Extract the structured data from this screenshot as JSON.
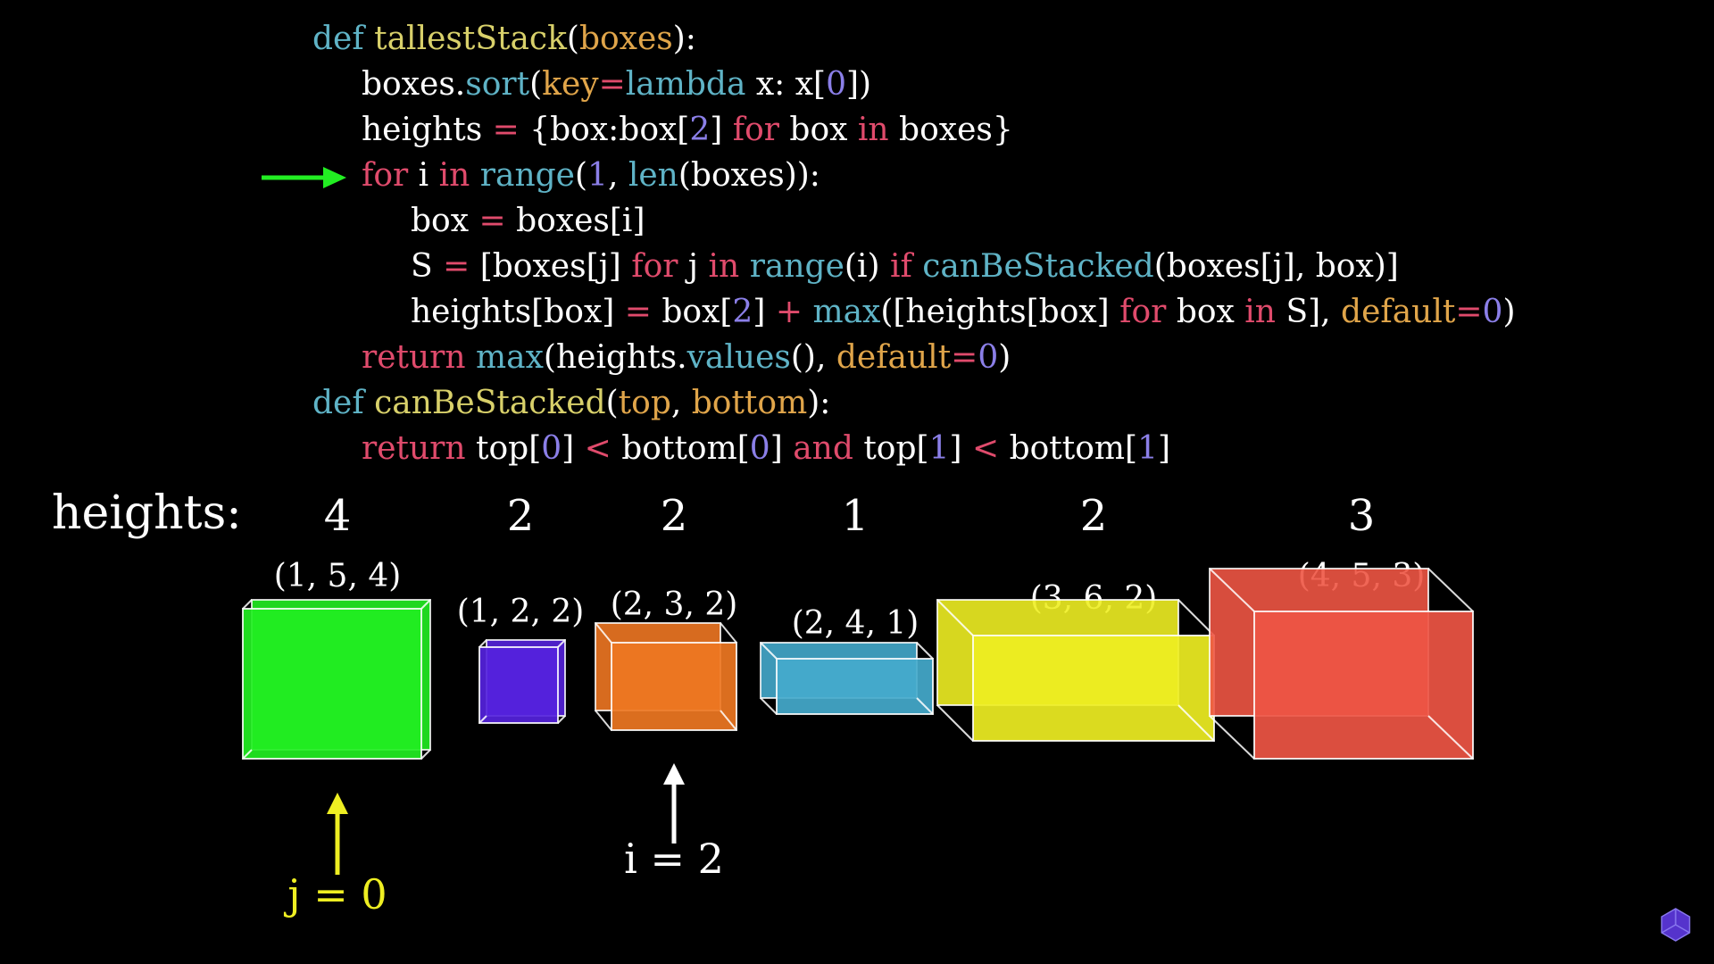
{
  "code": {
    "lines": [
      {
        "indent": 0,
        "tokens": [
          [
            "def ",
            "kw-def"
          ],
          [
            "tallestStack",
            "fn"
          ],
          [
            "(",
            "txt"
          ],
          [
            "boxes",
            "param"
          ],
          [
            "):",
            "txt"
          ]
        ]
      },
      {
        "indent": 1,
        "tokens": [
          [
            "boxes.",
            "txt"
          ],
          [
            "sort",
            "call"
          ],
          [
            "(",
            "txt"
          ],
          [
            "key",
            "param"
          ],
          [
            "=",
            "op"
          ],
          [
            "lambda ",
            "call"
          ],
          [
            "x: x[",
            "txt"
          ],
          [
            "0",
            "num"
          ],
          [
            "])",
            "txt"
          ]
        ]
      },
      {
        "indent": 1,
        "tokens": [
          [
            "heights ",
            "txt"
          ],
          [
            "= ",
            "op"
          ],
          [
            "{box:box[",
            "txt"
          ],
          [
            "2",
            "num"
          ],
          [
            "] ",
            "txt"
          ],
          [
            "for ",
            "kw"
          ],
          [
            "box ",
            "txt"
          ],
          [
            "in ",
            "kw"
          ],
          [
            "boxes}",
            "txt"
          ]
        ]
      },
      {
        "indent": 1,
        "tokens": [
          [
            "for ",
            "kw"
          ],
          [
            "i ",
            "txt"
          ],
          [
            "in ",
            "kw"
          ],
          [
            "range",
            "call"
          ],
          [
            "(",
            "txt"
          ],
          [
            "1",
            "num"
          ],
          [
            ", ",
            "txt"
          ],
          [
            "len",
            "call"
          ],
          [
            "(boxes)):",
            "txt"
          ]
        ]
      },
      {
        "indent": 2,
        "tokens": [
          [
            "box ",
            "txt"
          ],
          [
            "= ",
            "op"
          ],
          [
            "boxes[i]",
            "txt"
          ]
        ]
      },
      {
        "indent": 2,
        "tokens": [
          [
            "S ",
            "txt"
          ],
          [
            "= ",
            "op"
          ],
          [
            "[boxes[j] ",
            "txt"
          ],
          [
            "for ",
            "kw"
          ],
          [
            "j ",
            "txt"
          ],
          [
            "in ",
            "kw"
          ],
          [
            "range",
            "call"
          ],
          [
            "(i) ",
            "txt"
          ],
          [
            "if ",
            "kw"
          ],
          [
            "canBeStacked",
            "call"
          ],
          [
            "(boxes[j], box)]",
            "txt"
          ]
        ]
      },
      {
        "indent": 2,
        "tokens": [
          [
            "heights[box] ",
            "txt"
          ],
          [
            "= ",
            "op"
          ],
          [
            "box[",
            "txt"
          ],
          [
            "2",
            "num"
          ],
          [
            "] ",
            "txt"
          ],
          [
            "+ ",
            "op"
          ],
          [
            "max",
            "call"
          ],
          [
            "([heights[box] ",
            "txt"
          ],
          [
            "for ",
            "kw"
          ],
          [
            "box ",
            "txt"
          ],
          [
            "in ",
            "kw"
          ],
          [
            "S], ",
            "txt"
          ],
          [
            "default",
            "param"
          ],
          [
            "=",
            "op"
          ],
          [
            "0",
            "num"
          ],
          [
            ")",
            "txt"
          ]
        ]
      },
      {
        "indent": 1,
        "tokens": [
          [
            "return ",
            "kw"
          ],
          [
            "max",
            "call"
          ],
          [
            "(heights.",
            "txt"
          ],
          [
            "values",
            "call"
          ],
          [
            "(), ",
            "txt"
          ],
          [
            "default",
            "param"
          ],
          [
            "=",
            "op"
          ],
          [
            "0",
            "num"
          ],
          [
            ")",
            "txt"
          ]
        ]
      },
      {
        "indent": 0,
        "tokens": [
          [
            "def ",
            "kw-def"
          ],
          [
            "canBeStacked",
            "fn"
          ],
          [
            "(",
            "txt"
          ],
          [
            "top",
            "param"
          ],
          [
            ", ",
            "txt"
          ],
          [
            "bottom",
            "param"
          ],
          [
            "):",
            "txt"
          ]
        ]
      },
      {
        "indent": 1,
        "tokens": [
          [
            "return ",
            "kw"
          ],
          [
            "top[",
            "txt"
          ],
          [
            "0",
            "num"
          ],
          [
            "] ",
            "txt"
          ],
          [
            "< ",
            "op"
          ],
          [
            "bottom[",
            "txt"
          ],
          [
            "0",
            "num"
          ],
          [
            "] ",
            "txt"
          ],
          [
            "and ",
            "kw"
          ],
          [
            "top[",
            "txt"
          ],
          [
            "1",
            "num"
          ],
          [
            "] ",
            "txt"
          ],
          [
            "< ",
            "op"
          ],
          [
            "bottom[",
            "txt"
          ],
          [
            "1",
            "num"
          ],
          [
            "]",
            "txt"
          ]
        ]
      }
    ],
    "current_line_index": 3
  },
  "heights_label": "heights:",
  "boxes": [
    {
      "tuple": "(1, 5, 4)",
      "height": "4",
      "color": "#22ee22"
    },
    {
      "tuple": "(1, 2, 2)",
      "height": "2",
      "color": "#5522dd"
    },
    {
      "tuple": "(2, 3, 2)",
      "height": "2",
      "color": "#ee7722"
    },
    {
      "tuple": "(2, 4, 1)",
      "height": "1",
      "color": "#44aacc"
    },
    {
      "tuple": "(3, 6, 2)",
      "height": "2",
      "color": "#eeee22"
    },
    {
      "tuple": "(4, 5, 3)",
      "height": "3",
      "color": "#ee5544"
    }
  ],
  "pointers": {
    "j": {
      "label": "j = 0",
      "box_index": 0,
      "color": "#eeee22"
    },
    "i": {
      "label": "i = 2",
      "box_index": 2,
      "color": "#ffffff"
    }
  },
  "arrow_color": "#22ee22",
  "logo": "cube-logo-icon"
}
